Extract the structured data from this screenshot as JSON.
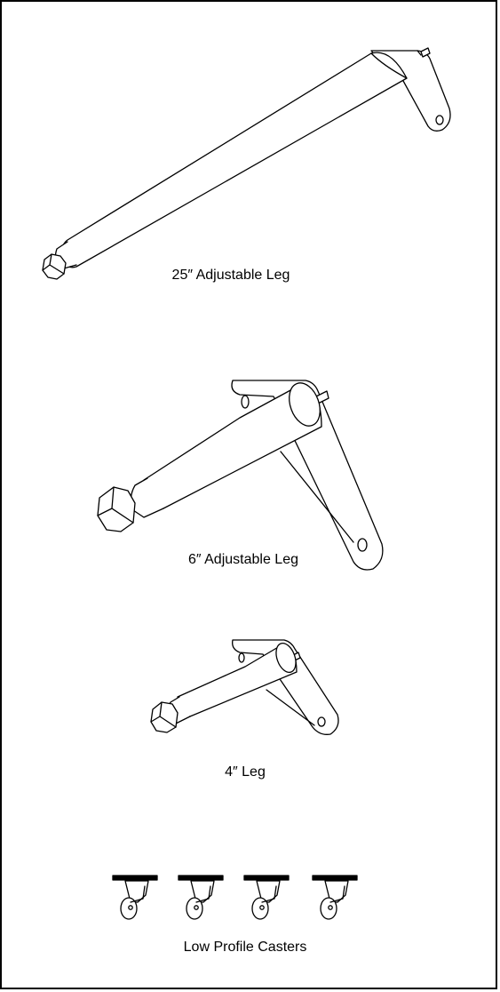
{
  "labels": {
    "leg_25": "25″ Adjustable Leg",
    "leg_6": "6″ Adjustable Leg",
    "leg_4": "4″ Leg",
    "casters": "Low Profile Casters"
  },
  "colors": {
    "line": "#000000",
    "fill": "#ffffff"
  }
}
